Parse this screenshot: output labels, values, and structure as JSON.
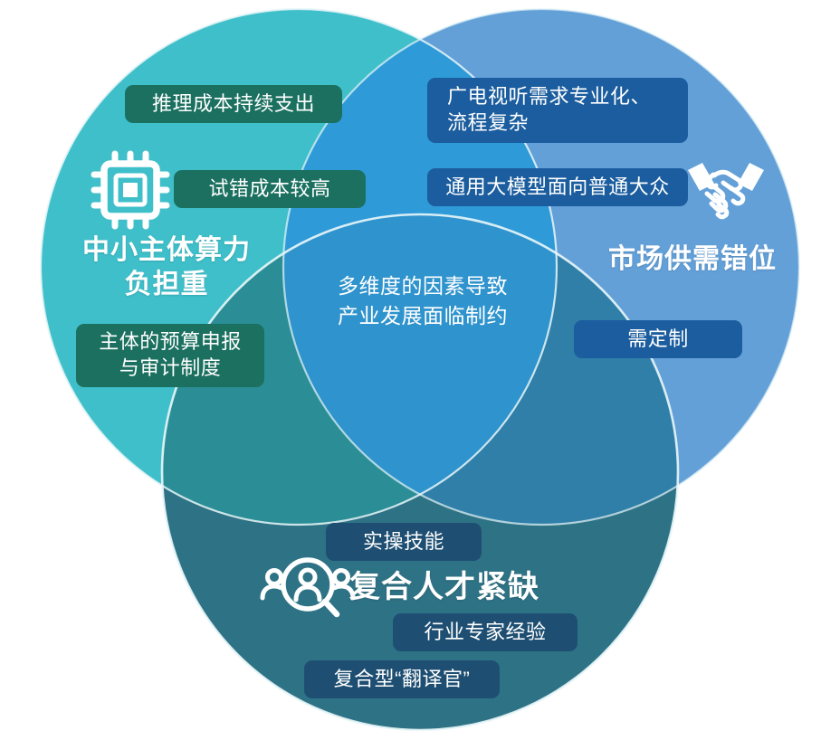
{
  "diagram": {
    "type": "venn-3-circle",
    "background_color": "#ffffff",
    "center_text": "多维度的因素导致\n产业发展面临制约"
  },
  "circles": [
    {
      "id": "left",
      "title": "中小主体算力\n负担重",
      "icon": "cpu-chip-icon",
      "color": "#3fbfca",
      "labels": [
        {
          "text": "推理成本持续支出",
          "style": "green"
        },
        {
          "text": "试错成本较高",
          "style": "green"
        },
        {
          "text": "主体的预算申报\n与审计制度",
          "style": "green"
        }
      ]
    },
    {
      "id": "right",
      "title": "市场供需错位",
      "icon": "handshake-icon",
      "color": "#63a0d8",
      "labels": [
        {
          "text": "广电视听需求专业化、\n流程复杂",
          "style": "blue"
        },
        {
          "text": "通用大模型面向普通大众",
          "style": "blue"
        },
        {
          "text": "需定制",
          "style": "blue"
        }
      ]
    },
    {
      "id": "bottom",
      "title": "复合人才紧缺",
      "icon": "talent-search-icon",
      "color": "#2e7285",
      "labels": [
        {
          "text": "实操技能",
          "style": "slate"
        },
        {
          "text": "行业专家经验",
          "style": "slate"
        },
        {
          "text": "复合型“翻译官”",
          "style": "slate"
        }
      ]
    }
  ],
  "colors": {
    "left_circle": "#3fbfca",
    "right_circle": "#63a0d8",
    "bottom_circle": "#2e7285",
    "left_right_overlap": "#2e9ad8",
    "left_bottom_overlap": "#2b8e96",
    "right_bottom_overlap": "#2f7fa8",
    "center_overlap": "#2f93cd",
    "pill_green": "#1b7060",
    "pill_blue": "#1b5d9e",
    "pill_slate": "#1e4f72",
    "text_white": "#ffffff"
  }
}
